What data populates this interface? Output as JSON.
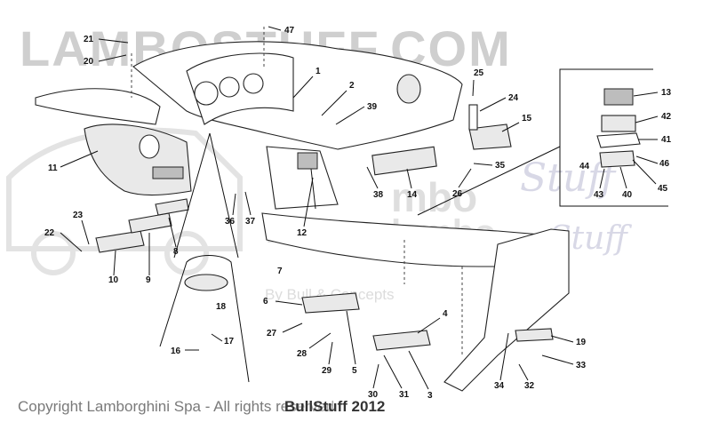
{
  "watermark": {
    "title": "LAMBOSTUFF.COM",
    "mid_lines": [
      "Bull & Concepts",
      "By Bull & Concepts"
    ],
    "script_words": [
      "Stuff",
      "Stuff"
    ],
    "side_words": [
      "mbo",
      "lambo"
    ]
  },
  "footer": {
    "copyright": "Copyright Lamborghini Spa - All rights reserved",
    "overlay": "BullStuff 2012"
  },
  "callouts": [
    "1",
    "2",
    "3",
    "4",
    "5",
    "6",
    "7",
    "8",
    "9",
    "10",
    "11",
    "12",
    "13",
    "14",
    "15",
    "16",
    "17",
    "18",
    "19",
    "20",
    "21",
    "22",
    "23",
    "24",
    "25",
    "26",
    "27",
    "28",
    "29",
    "30",
    "31",
    "32",
    "33",
    "34",
    "35",
    "36",
    "37",
    "38",
    "39",
    "40",
    "41",
    "42",
    "43",
    "44",
    "45",
    "46",
    "47"
  ]
}
